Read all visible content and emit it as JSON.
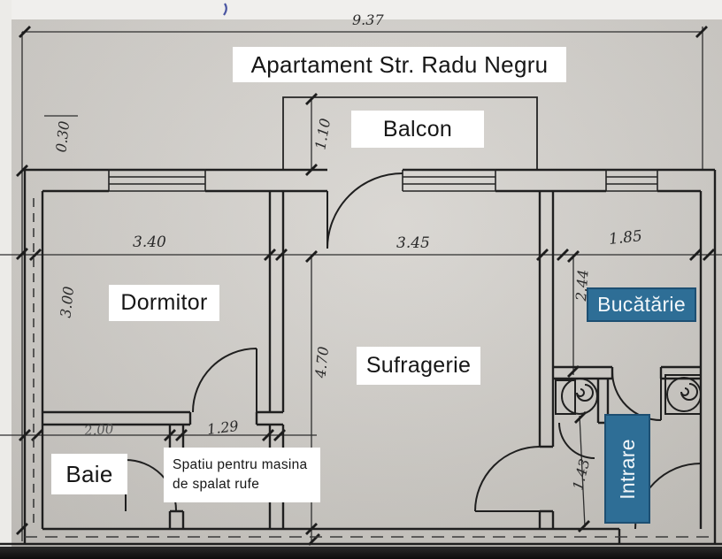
{
  "title": "Apartament Str. Radu Negru",
  "rooms": {
    "balcony": "Balcon",
    "bedroom": "Dormitor",
    "living": "Sufragerie",
    "kitchen": "Bucătărie",
    "bath": "Baie",
    "entrance": "Intrare"
  },
  "annotations": {
    "washer_line1": "Spatiu pentru masina",
    "washer_line2": "de spalat rufe"
  },
  "dimensions": {
    "total_width": "9.37",
    "balcony_depth": "1.10",
    "wall_offset": "0.30",
    "bedroom_width": "3.40",
    "living_width": "3.45",
    "kitchen_width": "1.85",
    "bedroom_depth": "3.00",
    "kitchen_depth": "2.44",
    "living_depth": "4.70",
    "bath_width": "2.00",
    "washer_width": "1.29",
    "hall_depth": "1.43"
  },
  "colors": {
    "accent_blue": "#2e6e96",
    "paper": "#d2cfca",
    "line": "#262626"
  }
}
